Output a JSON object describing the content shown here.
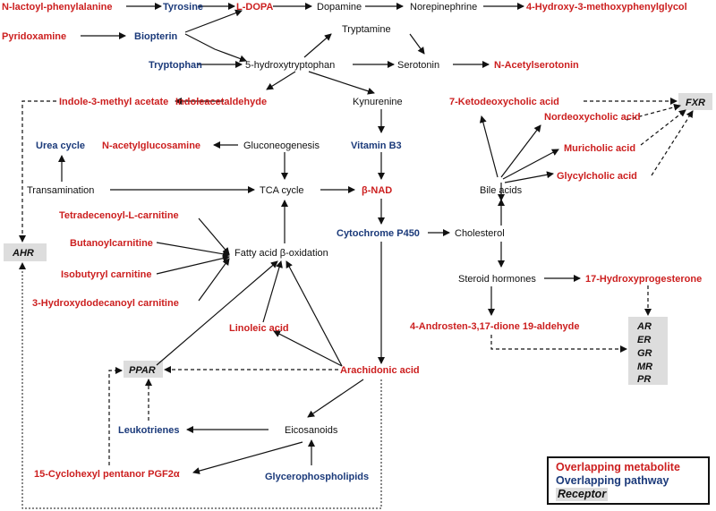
{
  "nodes": {
    "n_lactoyl_phe": {
      "text": "N-lactoyl-phenylalanine",
      "kind": "metabolite"
    },
    "tyrosine": {
      "text": "Tyrosine",
      "kind": "pathway"
    },
    "l_dopa": {
      "text": "L-DOPA",
      "kind": "metabolite"
    },
    "dopamine": {
      "text": "Dopamine",
      "kind": "plain"
    },
    "norepinephrine": {
      "text": "Norepinephrine",
      "kind": "plain"
    },
    "hmpg": {
      "text": "4-Hydroxy-3-methoxyphenylglycol",
      "kind": "metabolite"
    },
    "pyridoxamine": {
      "text": "Pyridoxamine",
      "kind": "metabolite"
    },
    "biopterin": {
      "text": "Biopterin",
      "kind": "pathway"
    },
    "tryptamine": {
      "text": "Tryptamine",
      "kind": "plain"
    },
    "tryptophan": {
      "text": "Tryptophan",
      "kind": "pathway"
    },
    "htp": {
      "text": "5-hydroxytryptophan",
      "kind": "plain"
    },
    "serotonin": {
      "text": "Serotonin",
      "kind": "plain"
    },
    "n_acetylserotonin": {
      "text": "N-Acetylserotonin",
      "kind": "metabolite"
    },
    "indole_methyl_acetate": {
      "text": "Indole-3-methyl acetate",
      "kind": "metabolite"
    },
    "indoleacetaldehyde": {
      "text": "Indoleacetaldehyde",
      "kind": "metabolite"
    },
    "kynurenine": {
      "text": "Kynurenine",
      "kind": "plain"
    },
    "keto_dca": {
      "text": "7-Ketodeoxycholic acid",
      "kind": "metabolite"
    },
    "fxr": {
      "text": "FXR",
      "kind": "receptor"
    },
    "nordeoxycholic": {
      "text": "Nordeoxycholic acid",
      "kind": "metabolite"
    },
    "urea_cycle": {
      "text": "Urea cycle",
      "kind": "pathway"
    },
    "n_acetylglucosamine": {
      "text": "N-acetylglucosamine",
      "kind": "metabolite"
    },
    "gluconeogenesis": {
      "text": "Gluconeogenesis",
      "kind": "plain"
    },
    "vitamin_b3": {
      "text": "Vitamin B3",
      "kind": "pathway"
    },
    "muricholic": {
      "text": "Muricholic acid",
      "kind": "metabolite"
    },
    "glycylcholic": {
      "text": "Glycylcholic acid",
      "kind": "metabolite"
    },
    "transamination": {
      "text": "Transamination",
      "kind": "plain"
    },
    "tca": {
      "text": "TCA cycle",
      "kind": "plain"
    },
    "b_nad": {
      "text": "β-NAD",
      "kind": "metabolite"
    },
    "bile_acids": {
      "text": "Bile acids",
      "kind": "plain"
    },
    "tetradecenoyl": {
      "text": "Tetradecenoyl-L-carnitine",
      "kind": "metabolite"
    },
    "cyp450": {
      "text": "Cytochrome P450",
      "kind": "pathway"
    },
    "cholesterol": {
      "text": "Cholesterol",
      "kind": "plain"
    },
    "ahr": {
      "text": "AHR",
      "kind": "receptor"
    },
    "butanoyl": {
      "text": "Butanoylcarnitine",
      "kind": "metabolite"
    },
    "fatty_ox": {
      "text": "Fatty acid β-oxidation",
      "kind": "plain"
    },
    "isobutyryl": {
      "text": "Isobutyryl carnitine",
      "kind": "metabolite"
    },
    "steroid": {
      "text": "Steroid hormones",
      "kind": "plain"
    },
    "ohp": {
      "text": "17-Hydroxyprogesterone",
      "kind": "metabolite"
    },
    "hydroxydodecanoyl": {
      "text": "3-Hydroxydodecanoyl carnitine",
      "kind": "metabolite"
    },
    "androsten": {
      "text": "4-Androsten-3,17-dione 19-aldehyde",
      "kind": "metabolite"
    },
    "linoleic": {
      "text": "Linoleic acid",
      "kind": "metabolite"
    },
    "ppar": {
      "text": "PPAR",
      "kind": "receptor"
    },
    "arachidonic": {
      "text": "Arachidonic acid",
      "kind": "metabolite"
    },
    "leukotrienes": {
      "text": "Leukotrienes",
      "kind": "pathway"
    },
    "eicosanoids": {
      "text": "Eicosanoids",
      "kind": "plain"
    },
    "cyclohexyl": {
      "text": "15-Cyclohexyl pentanor PGF2α",
      "kind": "metabolite"
    },
    "glycerophospholipids": {
      "text": "Glycerophospholipids",
      "kind": "pathway"
    }
  },
  "receptor_group": [
    "AR",
    "ER",
    "GR",
    "MR",
    "PR"
  ],
  "legend": {
    "metabolite": "Overlapping metabolite",
    "pathway": "Overlapping pathway",
    "receptor": "Receptor"
  },
  "colors": {
    "metabolite": "#cc1f1f",
    "pathway": "#1b3a7a",
    "receptor_bg": "#dddddd",
    "edge": "#111111"
  }
}
